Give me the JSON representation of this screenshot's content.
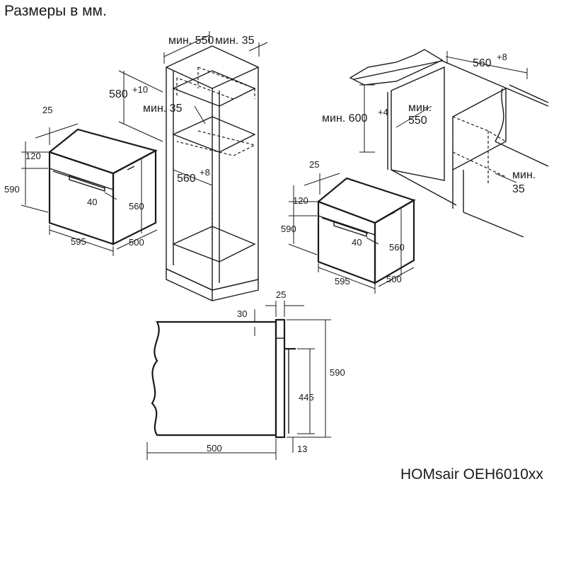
{
  "title": "Размеры в мм.",
  "model": "HOMsair OEH6010xx",
  "tall_cabinet": {
    "width_min": "мин. 550",
    "depth_gap_min": "мин. 35",
    "niche_height": "580",
    "niche_height_tol": "+10",
    "vent_min": "мин. 35",
    "niche_depth": "560",
    "niche_depth_tol": "+8"
  },
  "oven_left": {
    "panel_offset": "25",
    "panel_height": "120",
    "height": "590",
    "handle_depth": "40",
    "body_height": "560",
    "width": "595",
    "depth": "500"
  },
  "undercounter": {
    "niche_depth": "560",
    "niche_depth_tol": "+8",
    "niche_height": "мин. 600",
    "niche_height_tol": "+4",
    "width_min_label": "мин.",
    "width_min_value": "550",
    "gap_min_label": "мин.",
    "gap_min_value": "35"
  },
  "oven_right": {
    "panel_offset": "25",
    "panel_height": "120",
    "height": "590",
    "handle_depth": "40",
    "body_height": "560",
    "width": "595",
    "depth": "500"
  },
  "side_view": {
    "front_thickness": "25",
    "top_offset": "30",
    "total_height": "590",
    "body_height": "445",
    "depth": "500",
    "bottom_offset": "13"
  }
}
